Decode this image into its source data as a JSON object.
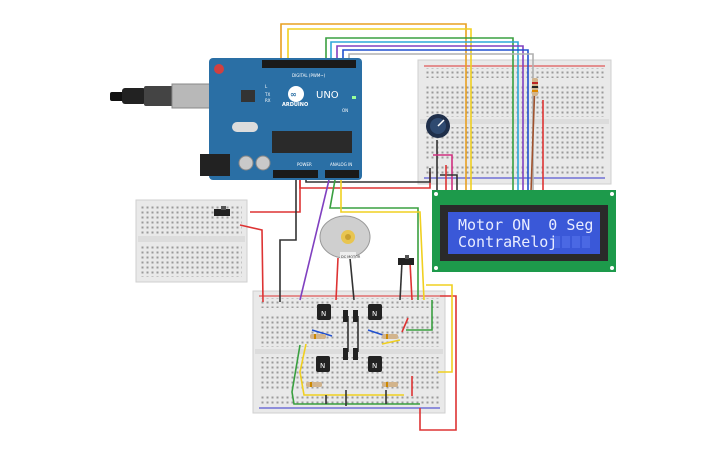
{
  "arduino": {
    "brand": "ARDUINO",
    "model": "UNO",
    "digital_label": "DIGITAL (PWM~)",
    "power_label": "POWER",
    "analog_label": "ANALOG IN",
    "tx_label": "TX",
    "rx_label": "RX",
    "on_label": "ON",
    "l_label": "L",
    "board_color": "#2a6fa5"
  },
  "lcd": {
    "line1": "Motor ON  0 Seg",
    "line2": "ContraReloj",
    "screen_color": "#3a58d8",
    "pcb_color": "#1d9a4b"
  },
  "motor": {
    "label": "DC MOTOR"
  },
  "transistors": {
    "label": "N"
  },
  "icons": [
    "usb-cable-icon",
    "potentiometer-icon",
    "dc-motor-icon",
    "transistor-icon",
    "resistor-icon",
    "slide-switch-icon"
  ]
}
